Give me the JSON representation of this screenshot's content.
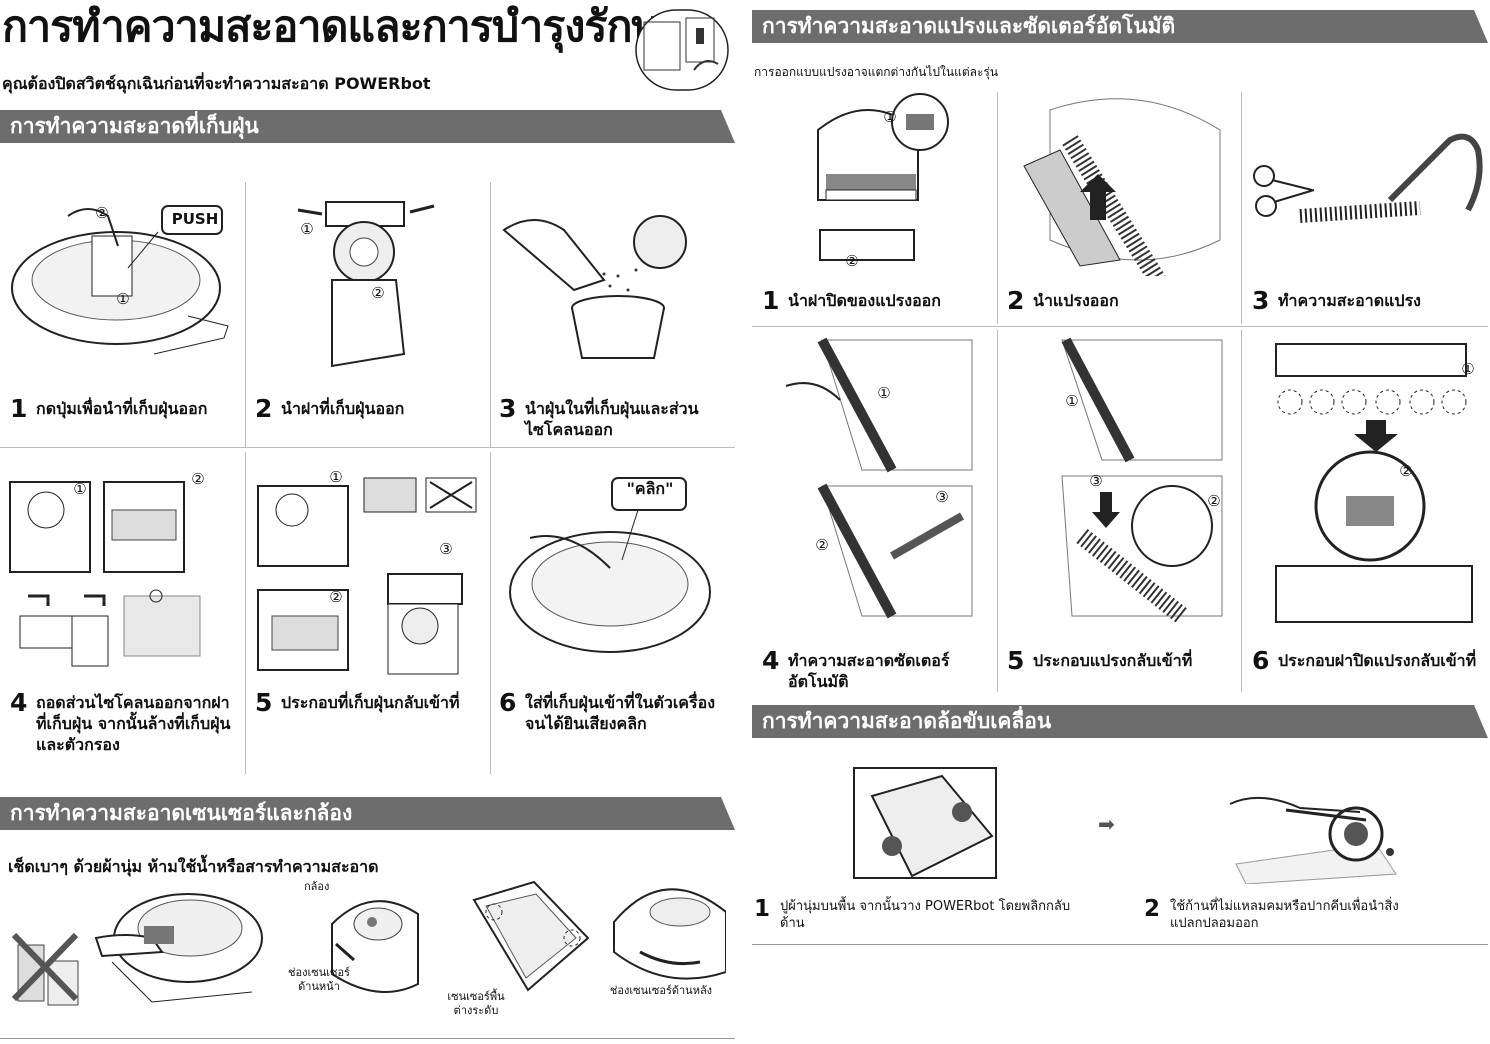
{
  "title": "การทำความสะอาดและการบำรุงรักษา",
  "subtitle": "คุณต้องปิดสวิตช์ฉุกเฉินก่อนที่จะทำความสะอาด POWERbot",
  "dustbin": {
    "heading": "การทำความสะอาดที่เก็บฝุ่น",
    "push_label": "PUSH",
    "click_label": "\"คลิก\"",
    "steps": [
      {
        "num": "1",
        "text": "กดปุ่มเพื่อนำที่เก็บฝุ่นออก"
      },
      {
        "num": "2",
        "text": "นำฝาที่เก็บฝุ่นออก"
      },
      {
        "num": "3",
        "text": "นำฝุ่นในที่เก็บฝุ่นและส่วนไซโคลนออก"
      },
      {
        "num": "4",
        "text": "ถอดส่วนไซโคลนออกจากฝาที่เก็บฝุ่น จากนั้นล้างที่เก็บฝุ่นและตัวกรอง"
      },
      {
        "num": "5",
        "text": "ประกอบที่เก็บฝุ่นกลับเข้าที่"
      },
      {
        "num": "6",
        "text": "ใส่ที่เก็บฝุ่นเข้าที่ในตัวเครื่องจนได้ยินเสียงคลิก"
      }
    ]
  },
  "sensor": {
    "heading": "การทำความสะอาดเซนเซอร์และกล้อง",
    "instruction": "เช็ดเบาๆ ด้วยผ้านุ่ม ห้ามใช้น้ำหรือสารทำความสะอาด",
    "labels": {
      "camera": "กล้อง",
      "front_sensor": "ช่องเซนเซอร์ด้านหน้า",
      "floor_sensor": "เซนเซอร์พื้นต่างระดับ",
      "rear_sensor": "ช่องเซนเซอร์ด้านหลัง"
    }
  },
  "brush": {
    "heading": "การทำความสะอาดแปรงและซัดเตอร์อัตโนมัติ",
    "note": "การออกแบบแปรงอาจแตกต่างกันไปในแต่ละรุ่น",
    "steps": [
      {
        "num": "1",
        "text": "นำฝาปิดของแปรงออก"
      },
      {
        "num": "2",
        "text": "นำแปรงออก"
      },
      {
        "num": "3",
        "text": "ทำความสะอาดแปรง"
      },
      {
        "num": "4",
        "text": "ทำความสะอาดซัดเตอร์อัตโนมัติ"
      },
      {
        "num": "5",
        "text": "ประกอบแปรงกลับเข้าที่"
      },
      {
        "num": "6",
        "text": "ประกอบฝาปิดแปรงกลับเข้าที่"
      }
    ]
  },
  "wheel": {
    "heading": "การทำความสะอาดล้อขับเคลื่อน",
    "steps": [
      {
        "num": "1",
        "text": "ปูผ้านุ่มบนพื้น จากนั้นวาง POWERbot โดยพลิกกลับด้าน"
      },
      {
        "num": "2",
        "text": "ใช้ก้านที่ไม่แหลมคมหรือปากคีบเพื่อนำสิ่งแปลกปลอมออก"
      }
    ]
  },
  "markers": [
    "①",
    "②",
    "③"
  ]
}
